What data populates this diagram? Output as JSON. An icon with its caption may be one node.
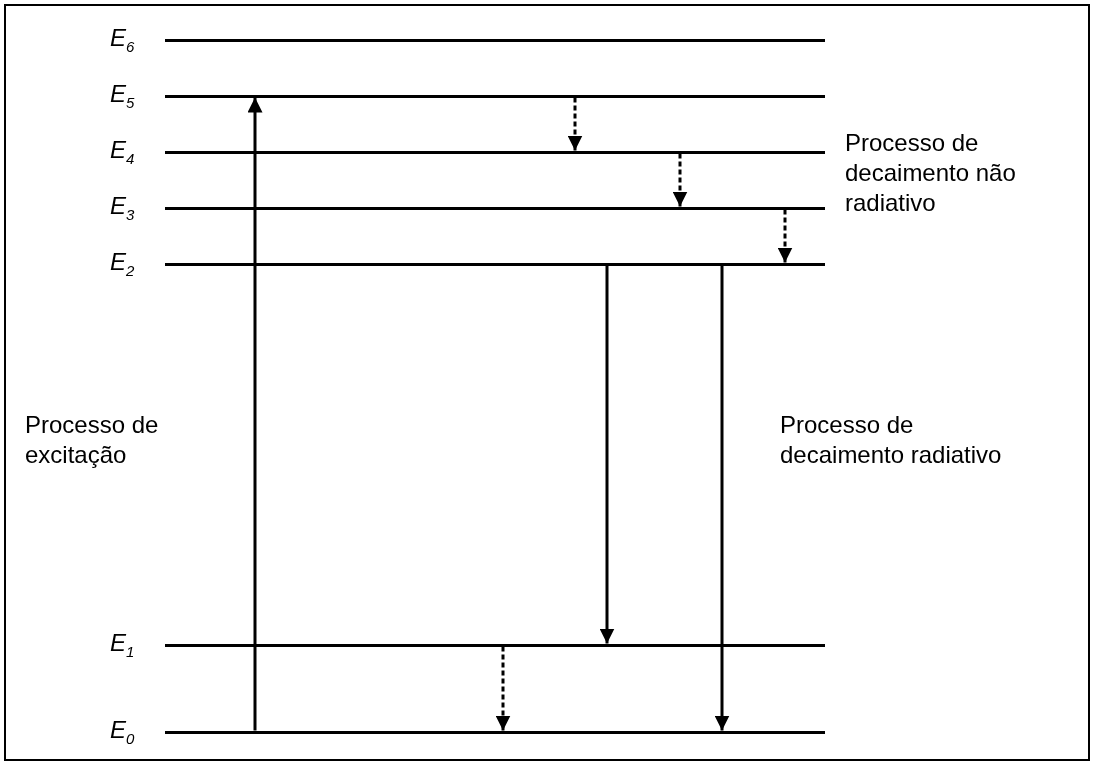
{
  "diagram": {
    "nodes": [
      {
        "text": [
          "E$_{6}$"
        ]
      },
      {
        "text": [
          "E$_{5}$"
        ]
      },
      {
        "text": [
          "E$_{4}$"
        ]
      },
      {
        "text": [
          "E$_{3}$"
        ]
      },
      {
        "text": [
          "E$_{2}$"
        ]
      },
      {
        "text": [
          "E$_{1}$"
        ]
      },
      {
        "text": [
          "E$_{0}$"
        ]
      }
    ],
    "edges": [
      {
        "from": 6,
        "to": 1,
        "arrow": "to"
      },
      {
        "from": 1,
        "to": 2,
        "arrow": "to",
        "style": "dashed"
      },
      {
        "from": 2,
        "to": 3,
        "arrow": "to",
        "style": "dashed"
      },
      {
        "from": 3,
        "to": 4,
        "arrow": "to",
        "style": "dashed"
      },
      {
        "from": 4,
        "to": 5,
        "arrow": "to"
      },
      {
        "from": 4,
        "to": 6,
        "arrow": "to"
      },
      {
        "from": 5,
        "to": 6,
        "arrow": "to",
        "style": "dashed"
      }
    ],
    "labels": [
      "Processo de decaimento não radiativo",
      "Processo de excitação",
      "Processo de decaimento radiativo"
    ]
  }
}
